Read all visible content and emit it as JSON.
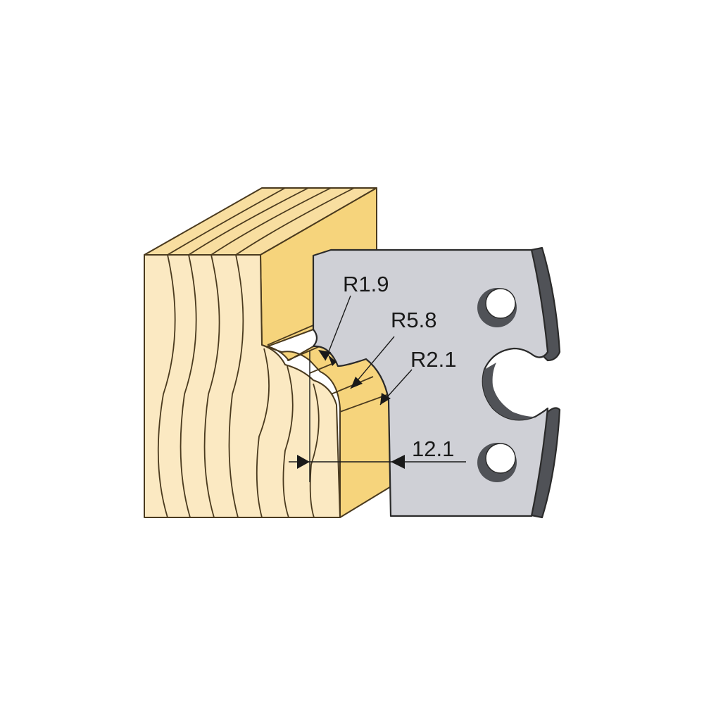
{
  "colors": {
    "wood_face": "#fbe9c2",
    "wood_top": "#f8dea0",
    "wood_profile": "#f6d47c",
    "wood_outline": "#4a3a1e",
    "knife_face": "#cfd0d6",
    "knife_edge": "#505257",
    "knife_outline": "#2a2a2a"
  },
  "dimensions": {
    "radius_1": "R1.9",
    "radius_2": "R5.8",
    "radius_3": "R2.1",
    "width": "12.1"
  }
}
